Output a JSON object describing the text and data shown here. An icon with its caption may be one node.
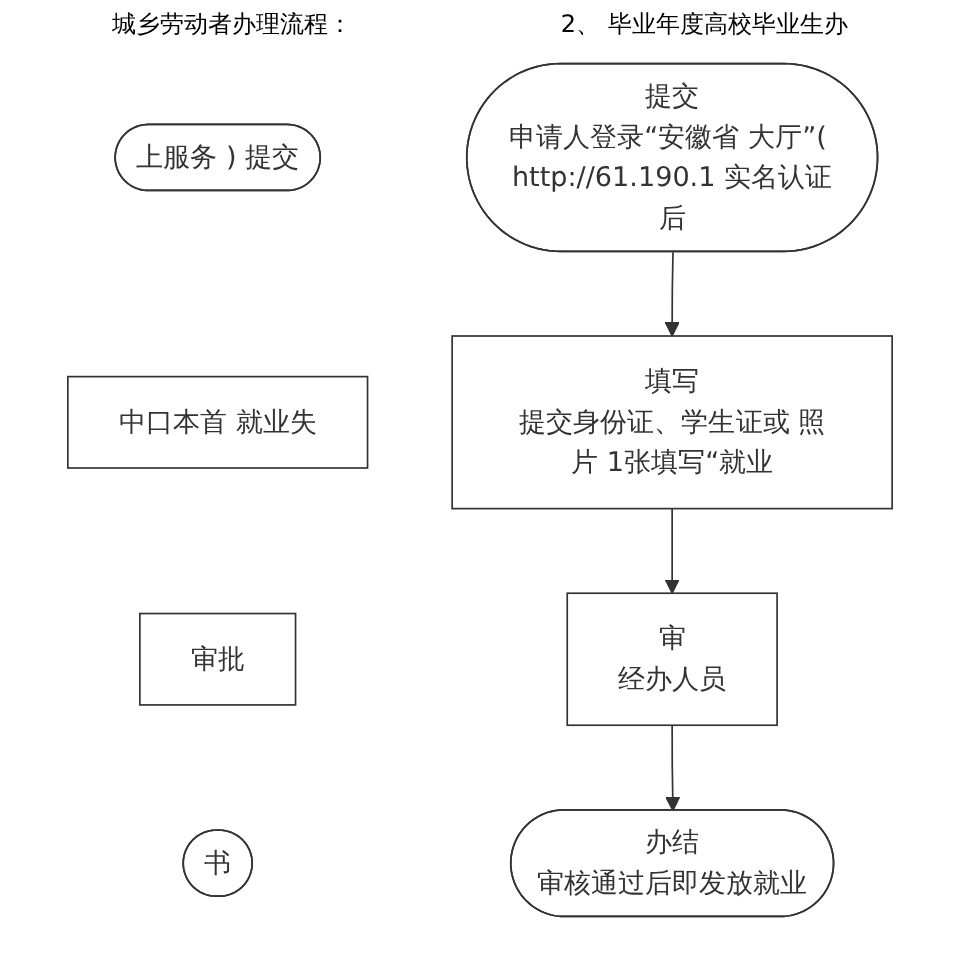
{
  "diagram": {
    "nodes": [
      {
        "text": [
          "上服务 ) 提交"
        ]
      },
      {
        "text": [
          "中口本首 就业失"
        ]
      },
      {
        "text": [
          "审批"
        ]
      },
      {
        "text": [
          "书"
        ]
      },
      {
        "text": [
          "提交",
          "申请人登录“安徽省 大厅”( http://61.190.1 实名认证后"
        ]
      },
      {
        "text": [
          "填写",
          "提交身份证、学生证或 照片 1张填写“就业"
        ]
      },
      {
        "text": [
          "审",
          "经办人员"
        ]
      },
      {
        "text": [
          "办结",
          "审核通过后即发放就业"
        ]
      }
    ],
    "edges": [
      {
        "from": 4,
        "to": 5,
        "arrow": "to"
      },
      {
        "from": 5,
        "to": 6,
        "arrow": "to"
      },
      {
        "from": 6,
        "to": 7,
        "arrow": "to"
      }
    ],
    "labels": [
      "城乡劳动者办理流程：",
      "2、 毕业年度高校毕业生办"
    ]
  }
}
